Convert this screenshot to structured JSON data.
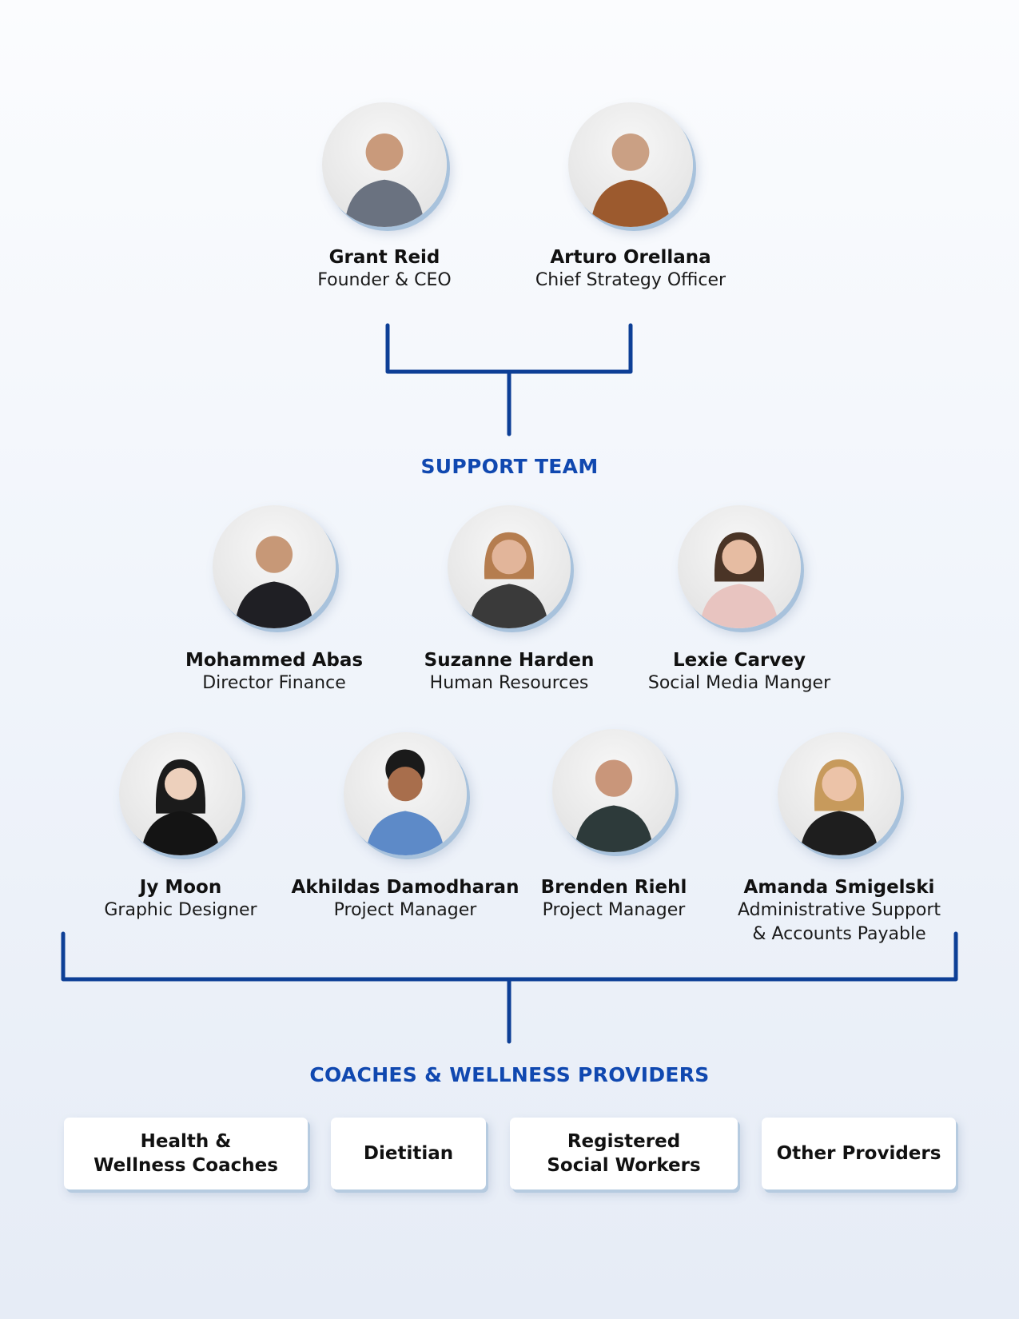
{
  "colors": {
    "accent": "#1048b0",
    "connector": "#0d3f96"
  },
  "leadership": [
    {
      "name": "Grant Reid",
      "role": "Founder & CEO",
      "photo": "person-photo"
    },
    {
      "name": "Arturo Orellana",
      "role": "Chief Strategy Officer",
      "photo": "person-photo"
    }
  ],
  "support_team": {
    "heading": "SUPPORT TEAM",
    "row1": [
      {
        "name": "Mohammed Abas",
        "role": "Director Finance"
      },
      {
        "name": "Suzanne Harden",
        "role": "Human Resources"
      },
      {
        "name": "Lexie Carvey",
        "role": "Social Media Manger"
      }
    ],
    "row2": [
      {
        "name": "Jy Moon",
        "role": "Graphic Designer"
      },
      {
        "name": "Akhildas Damodharan",
        "role": "Project Manager"
      },
      {
        "name": "Brenden Riehl",
        "role": "Project Manager"
      },
      {
        "name": "Amanda Smigelski",
        "role_line1": "Administrative Support",
        "role_line2": "& Accounts Payable"
      }
    ]
  },
  "providers": {
    "heading": "COACHES & WELLNESS PROVIDERS",
    "boxes": [
      {
        "line1": "Health &",
        "line2": "Wellness Coaches"
      },
      {
        "line1": "Dietitian"
      },
      {
        "line1": "Registered",
        "line2": "Social Workers"
      },
      {
        "line1": "Other Providers"
      }
    ]
  }
}
